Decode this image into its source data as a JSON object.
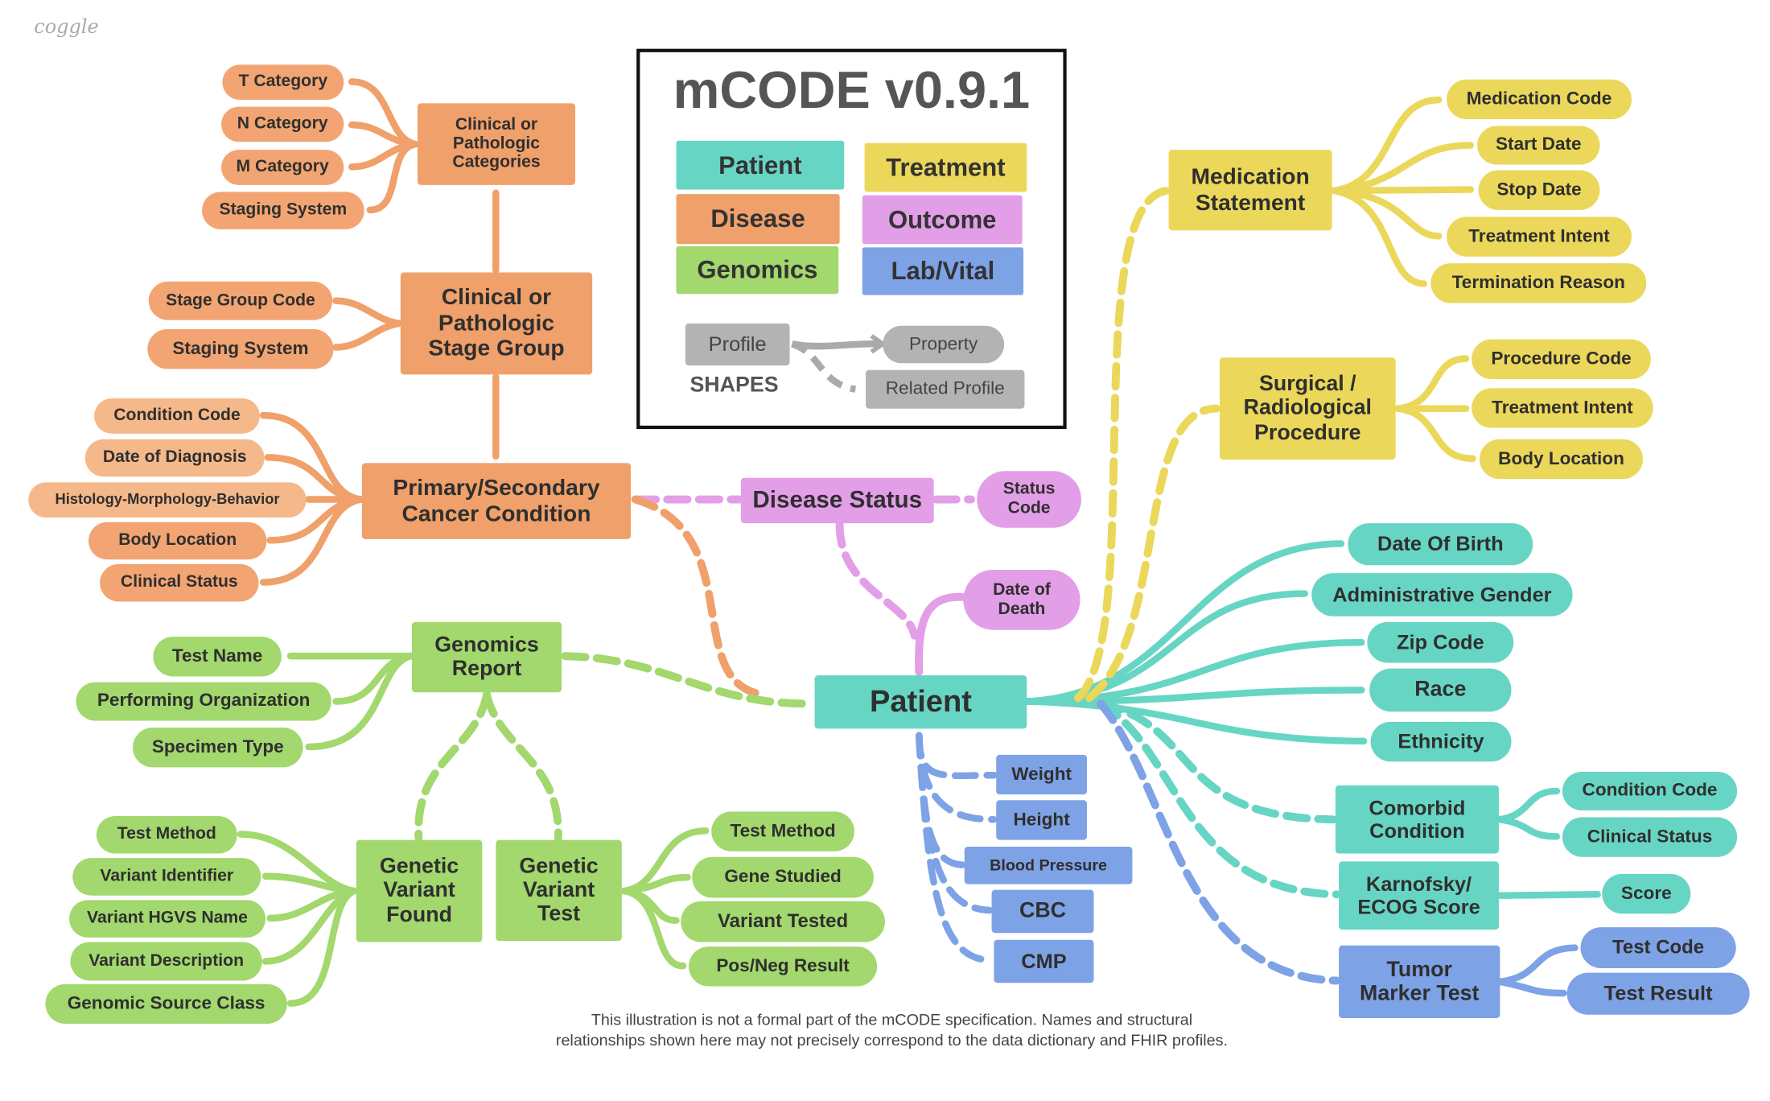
{
  "branding": {
    "logo": "coggle"
  },
  "legend": {
    "title": "mCODE v0.9.1",
    "categories": [
      {
        "label": "Patient",
        "color": "#67d5c4"
      },
      {
        "label": "Treatment",
        "color": "#ebd75a"
      },
      {
        "label": "Disease",
        "color": "#f0a06a"
      },
      {
        "label": "Outcome",
        "color": "#e39ee8"
      },
      {
        "label": "Genomics",
        "color": "#a2d86d"
      },
      {
        "label": "Lab/Vital",
        "color": "#7ea2e6"
      }
    ],
    "shapes_title": "SHAPES",
    "shape_profile": "Profile",
    "shape_property": "Property",
    "shape_related": "Related Profile"
  },
  "nodes": {
    "patient": "Patient",
    "dob": "Date Of Birth",
    "gender": "Administrative Gender",
    "zip": "Zip Code",
    "race": "Race",
    "ethnicity": "Ethnicity",
    "disease_status": "Disease Status",
    "status_code": "Status\nCode",
    "date_of_death": "Date of\nDeath",
    "primary_cancer": "Primary/Secondary\nCancer Condition",
    "pc_condition_code": "Condition Code",
    "pc_date_diagnosis": "Date of Diagnosis",
    "pc_histology": "Histology-Morphology-Behavior",
    "pc_body_location": "Body Location",
    "pc_clinical_status": "Clinical Status",
    "stage_group": "Clinical or\nPathologic\nStage Group",
    "sg_stage_group_code": "Stage Group Code",
    "sg_staging_system": "Staging System",
    "categories": "Clinical or\nPathologic\nCategories",
    "cat_t": "T Category",
    "cat_n": "N Category",
    "cat_m": "M Category",
    "cat_staging": "Staging System",
    "genomics_report": "Genomics\nReport",
    "gr_test_name": "Test Name",
    "gr_performing_org": "Performing Organization",
    "gr_specimen_type": "Specimen Type",
    "gvf": "Genetic\nVariant\nFound",
    "gvf_test_method": "Test Method",
    "gvf_variant_id": "Variant Identifier",
    "gvf_hgvs": "Variant HGVS Name",
    "gvf_description": "Variant Description",
    "gvf_source_class": "Genomic Source Class",
    "gvt": "Genetic\nVariant\nTest",
    "gvt_test_method": "Test Method",
    "gvt_gene_studied": "Gene Studied",
    "gvt_variant_tested": "Variant Tested",
    "gvt_pos_neg": "Pos/Neg Result",
    "med": "Medication\nStatement",
    "med_code": "Medication Code",
    "med_start": "Start Date",
    "med_stop": "Stop Date",
    "med_intent": "Treatment Intent",
    "med_termination": "Termination Reason",
    "surg": "Surgical /\nRadiological\nProcedure",
    "surg_code": "Procedure Code",
    "surg_intent": "Treatment Intent",
    "surg_body": "Body Location",
    "comorbid": "Comorbid\nCondition",
    "com_code": "Condition Code",
    "com_status": "Clinical Status",
    "karnofsky": "Karnofsky/\nECOG Score",
    "kar_score": "Score",
    "tumor": "Tumor\nMarker Test",
    "tum_code": "Test Code",
    "tum_result": "Test Result",
    "weight": "Weight",
    "height": "Height",
    "bp": "Blood Pressure",
    "cbc": "CBC",
    "cmp": "CMP"
  },
  "disclaimer": "This illustration is not a formal part of the mCODE specification. Names and structural\nrelationships shown here may not precisely correspond to the data dictionary and FHIR profiles."
}
